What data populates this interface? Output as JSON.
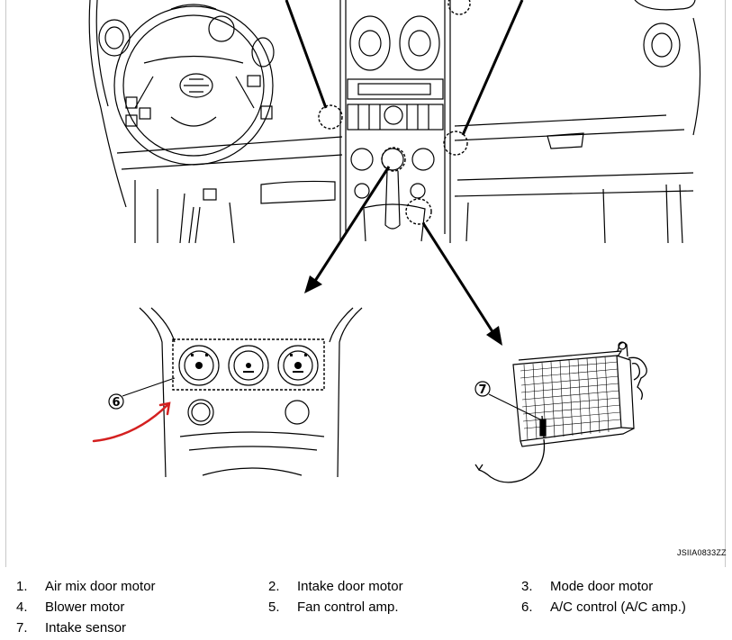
{
  "figure_code": "JSIIA0833ZZ",
  "callouts": {
    "acControl": "6",
    "intakeSensor": "7"
  },
  "legend": [
    {
      "num": "1.",
      "text": "Air mix door motor"
    },
    {
      "num": "2.",
      "text": "Intake door motor"
    },
    {
      "num": "3.",
      "text": "Mode door motor"
    },
    {
      "num": "4.",
      "text": "Blower motor"
    },
    {
      "num": "5.",
      "text": "Fan control amp."
    },
    {
      "num": "6.",
      "text": "A/C control (A/C amp.)"
    },
    {
      "num": "7.",
      "text": "Intake sensor"
    }
  ],
  "annotation_color": "#d42020"
}
